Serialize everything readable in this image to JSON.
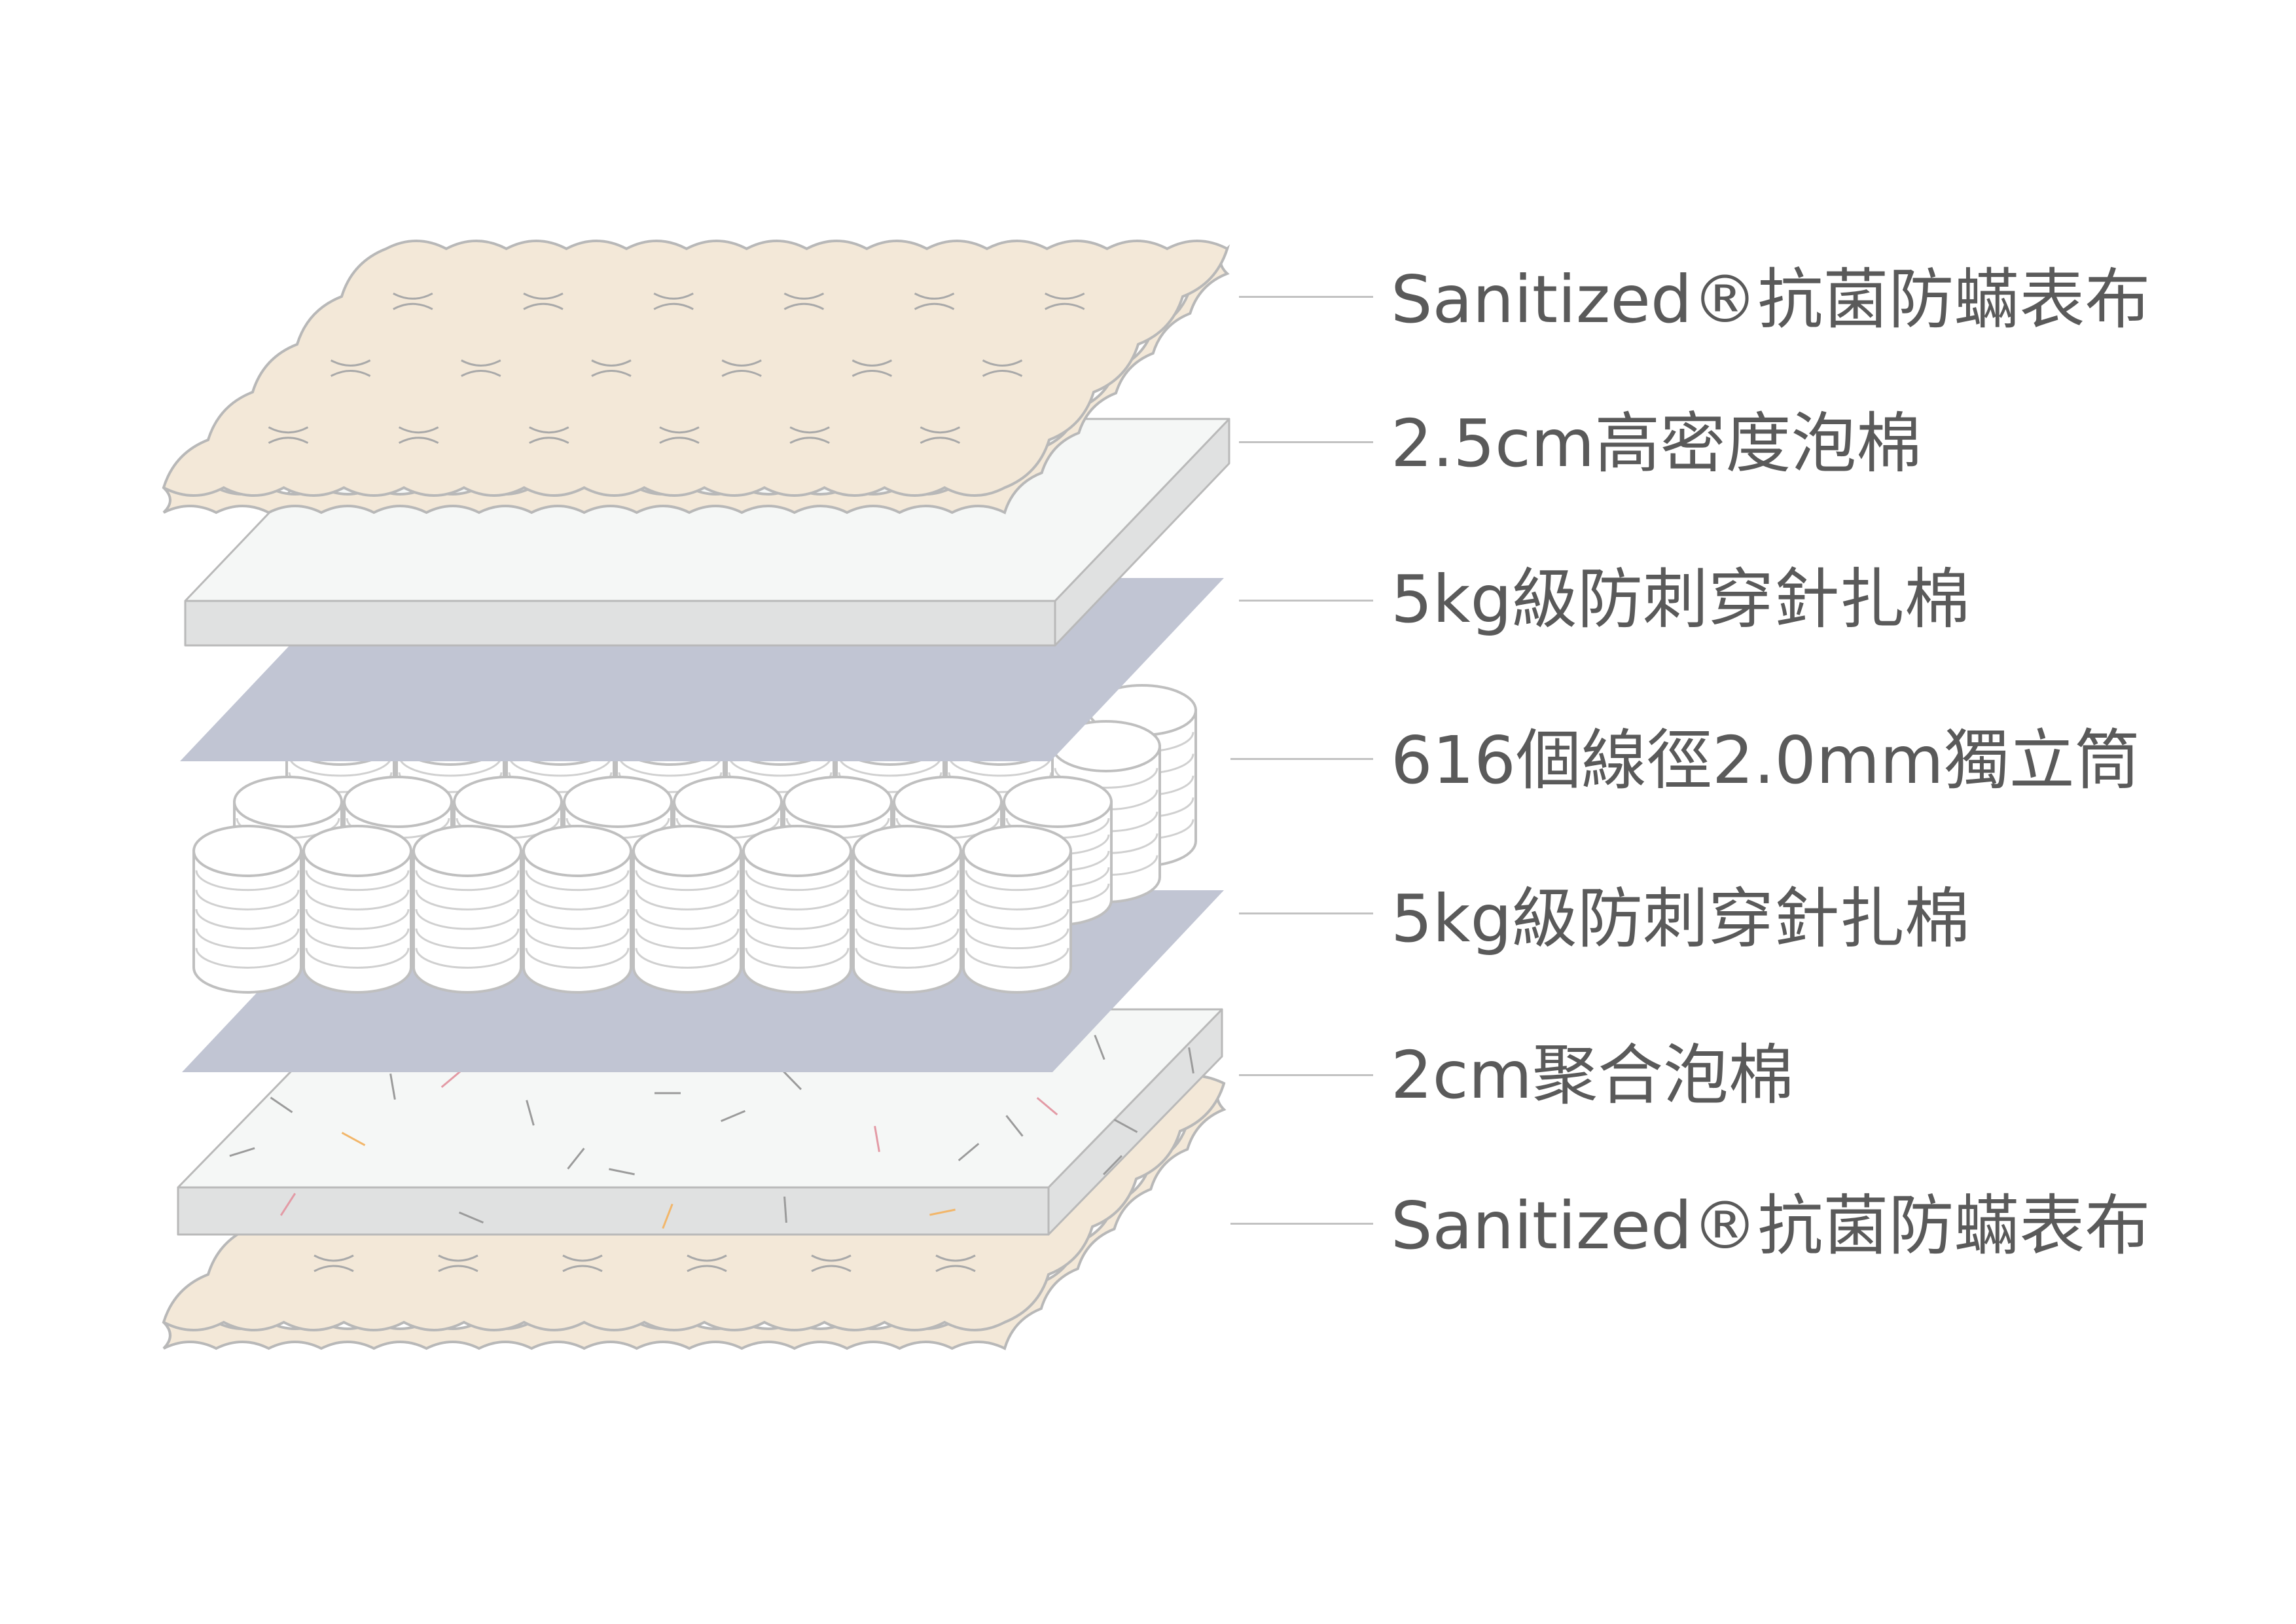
{
  "palette": {
    "cover_fill": "#f3e8d8",
    "cover_stroke": "#b8b8b8",
    "foam_top": "#f5f7f6",
    "foam_side": "#e0e1e1",
    "felt": "#c1c5d3",
    "coil_fill": "#ffffff",
    "coil_stroke": "#bfbfbf",
    "label_color": "#5a5a5a",
    "leader_color": "#c2c2c2"
  },
  "layers": [
    {
      "label": "Sanitized®抗菌防蟎表布"
    },
    {
      "label": "2.5cm高密度泡棉"
    },
    {
      "label": "5kg級防刺穿針扎棉"
    },
    {
      "label": "616個線徑2.0mm獨立筒"
    },
    {
      "label": "5kg級防刺穿針扎棉"
    },
    {
      "label": "2cm聚合泡棉"
    },
    {
      "label": "Sanitized®抗菌防蟎表布"
    }
  ]
}
